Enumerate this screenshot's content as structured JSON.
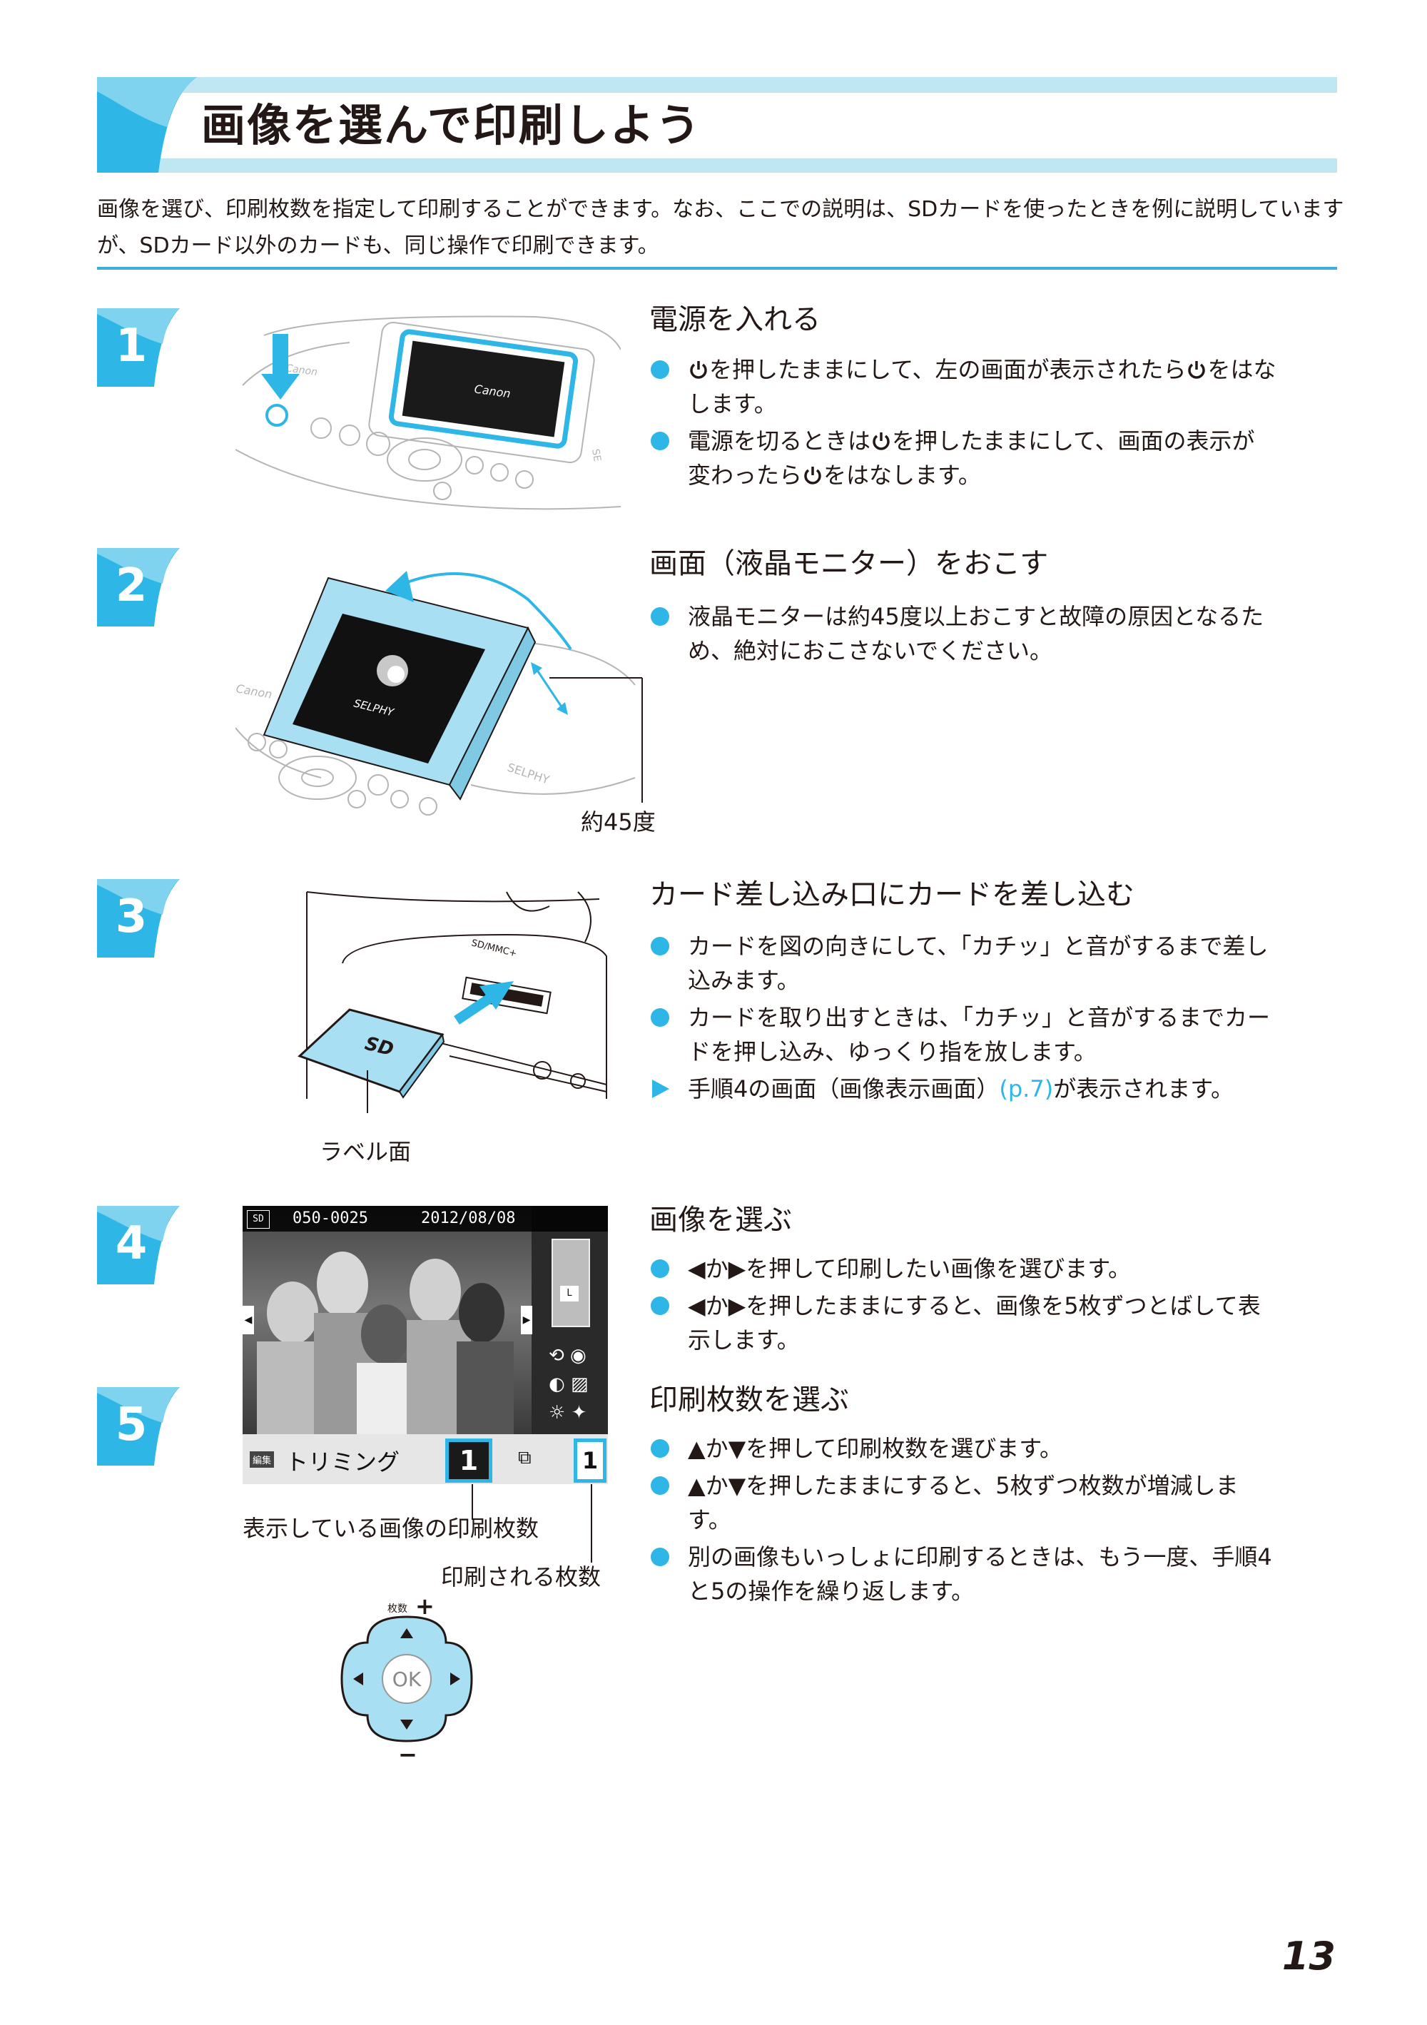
{
  "header": {
    "title": "画像を選んで印刷しよう"
  },
  "intro": "画像を選び、印刷枚数を指定して印刷することができます。なお、ここでの説明は、SDカードを使ったときを例に説明していますが、SDカード以外のカードも、同じ操作で印刷できます。",
  "colors": {
    "accent": "#2eb7e6",
    "band": "#bfe6f3",
    "screen_blue": "#a9dff2"
  },
  "steps": [
    {
      "num": "1",
      "heading": "電源を入れる",
      "bullets": [
        {
          "pre": "",
          "mid": "を押したままにして、左の画面が表示されたら",
          "post": "をはなします。"
        },
        {
          "pre": "電源を切るときは",
          "mid": "を押したままにして、画面の表示が変わったら",
          "post": "をはなします。"
        }
      ],
      "figure": {
        "brand": "Canon",
        "mark": "SE"
      }
    },
    {
      "num": "2",
      "heading": "画面（液晶モニター）をおこす",
      "bullets": [
        "液晶モニターは約45度以上おこすと故障の原因となるため、絶対におこさないでください。"
      ],
      "figure": {
        "caption": "約45度",
        "brand": "Canon",
        "logo": "SELPHY",
        "printed_text": "SELPHY"
      }
    },
    {
      "num": "3",
      "heading": "カード差し込み口にカードを差し込む",
      "bullets": [
        "カードを図の向きにして、「カチッ」と音がするまで差し込みます。",
        "カードを取り出すときは、「カチッ」と音がするまでカードを押し込み、ゆっくり指を放します。"
      ],
      "result": {
        "pre": "手順4の画面（画像表示画面）",
        "link": "(p.7)",
        "post": "が表示されます。"
      },
      "figure": {
        "caption": "ラベル面",
        "slot_label": "SD/MMC+",
        "card_logo": "SD"
      }
    },
    {
      "num": "4",
      "heading": "画像を選ぶ",
      "bullets": [
        "◀か▶を押して印刷したい画像を選びます。",
        "◀か▶を押したままにすると、画像を5枚ずつとばして表示します。"
      ]
    },
    {
      "num": "5",
      "heading": "印刷枚数を選ぶ",
      "bullets": [
        "▲か▼を押して印刷枚数を選びます。",
        "▲か▼を押したままにすると、5枚ずつ枚数が増減します。",
        "別の画像もいっしょに印刷するときは、もう一度、手順4と5の操作を繰り返します。"
      ]
    }
  ],
  "screen": {
    "card_icon": "SD",
    "file_no": "050-0025",
    "date": "2012/08/08",
    "size_label": "L",
    "edit_label": "編集",
    "trim_label": "トリミング",
    "copies": "1",
    "total": "1",
    "caption_copies": "表示している画像の印刷枚数",
    "caption_total": "印刷される枚数"
  },
  "pad": {
    "plus_label": "枚数",
    "plus": "+",
    "minus": "−",
    "ok": "OK"
  },
  "page_number": "13"
}
